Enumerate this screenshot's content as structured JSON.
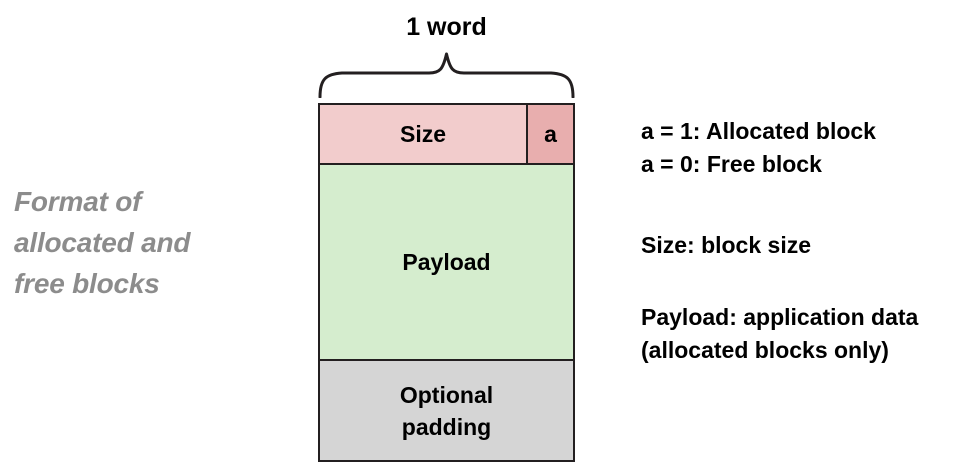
{
  "caption": {
    "lines": [
      "Format of",
      "allocated and",
      "free blocks"
    ],
    "color": "#8c8c8c"
  },
  "diagram": {
    "word_label": "1 word",
    "brace_icon": "curly-brace-up-icon",
    "blocks": [
      {
        "label": "Size",
        "color": "#f2cccc"
      },
      {
        "label": "a",
        "color": "#e8aeae"
      },
      {
        "label": "Payload",
        "color": "#d5edce"
      },
      {
        "label_line1": "Optional",
        "label_line2": "padding",
        "color": "#d5d5d5"
      }
    ],
    "border_color": "#231f20"
  },
  "notes": {
    "flags": {
      "line1": "a = 1: Allocated block",
      "line2": "a = 0: Free block"
    },
    "size": {
      "line1": "Size: block size"
    },
    "payload": {
      "line1": "Payload: application data",
      "line2": "(allocated blocks only)"
    }
  }
}
